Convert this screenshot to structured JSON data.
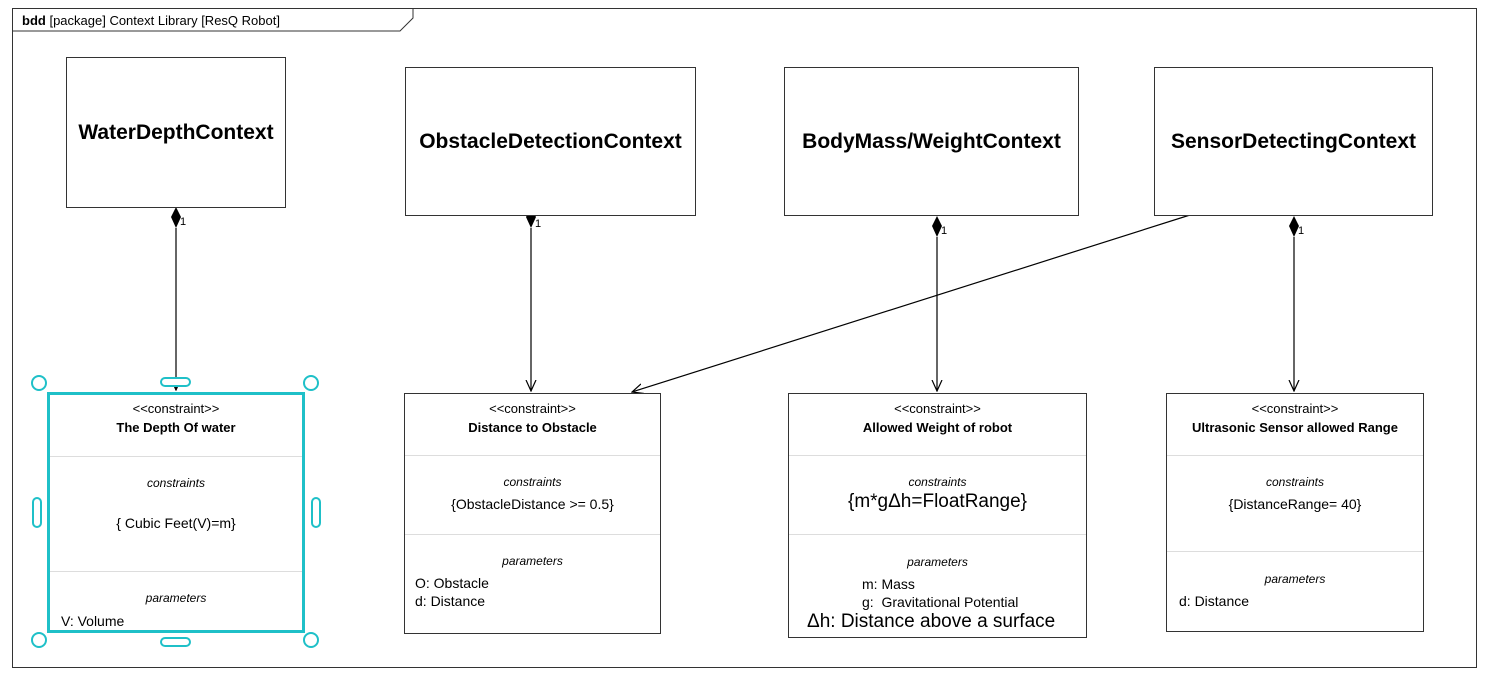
{
  "frame": {
    "kind": "bdd",
    "title": "[package] Context Library [ResQ Robot]"
  },
  "contexts": [
    {
      "name": "WaterDepthContext"
    },
    {
      "name": "ObstacleDetectionContext"
    },
    {
      "name": "BodyMass/WeightContext"
    },
    {
      "name": "SensorDetectingContext"
    }
  ],
  "multiplicity": "1",
  "constraint_blocks": [
    {
      "stereotype": "<<constraint>>",
      "name": "The Depth Of water",
      "constraints_label": "constraints",
      "constraint": "{ Cubic Feet(V)=m}",
      "parameters_label": "parameters",
      "parameters": [
        "V: Volume"
      ]
    },
    {
      "stereotype": "<<constraint>>",
      "name": "Distance to Obstacle",
      "constraints_label": "constraints",
      "constraint": "{ObstacleDistance >= 0.5}",
      "parameters_label": "parameters",
      "parameters": [
        "O: Obstacle",
        "d: Distance"
      ]
    },
    {
      "stereotype": "<<constraint>>",
      "name": "Allowed Weight of robot",
      "constraints_label": "constraints",
      "constraint": "{m*gΔh=FloatRange}",
      "parameters_label": "parameters",
      "parameters": [
        "m: Mass",
        "g:  Gravitational Potential",
        "Δh: Distance above a surface"
      ]
    },
    {
      "stereotype": "<<constraint>>",
      "name": "Ultrasonic Sensor allowed Range",
      "constraints_label": "constraints",
      "constraint": "{DistanceRange= 40}",
      "parameters_label": "parameters",
      "parameters": [
        "d: Distance"
      ]
    }
  ],
  "selection_color": "#1fc0c8"
}
